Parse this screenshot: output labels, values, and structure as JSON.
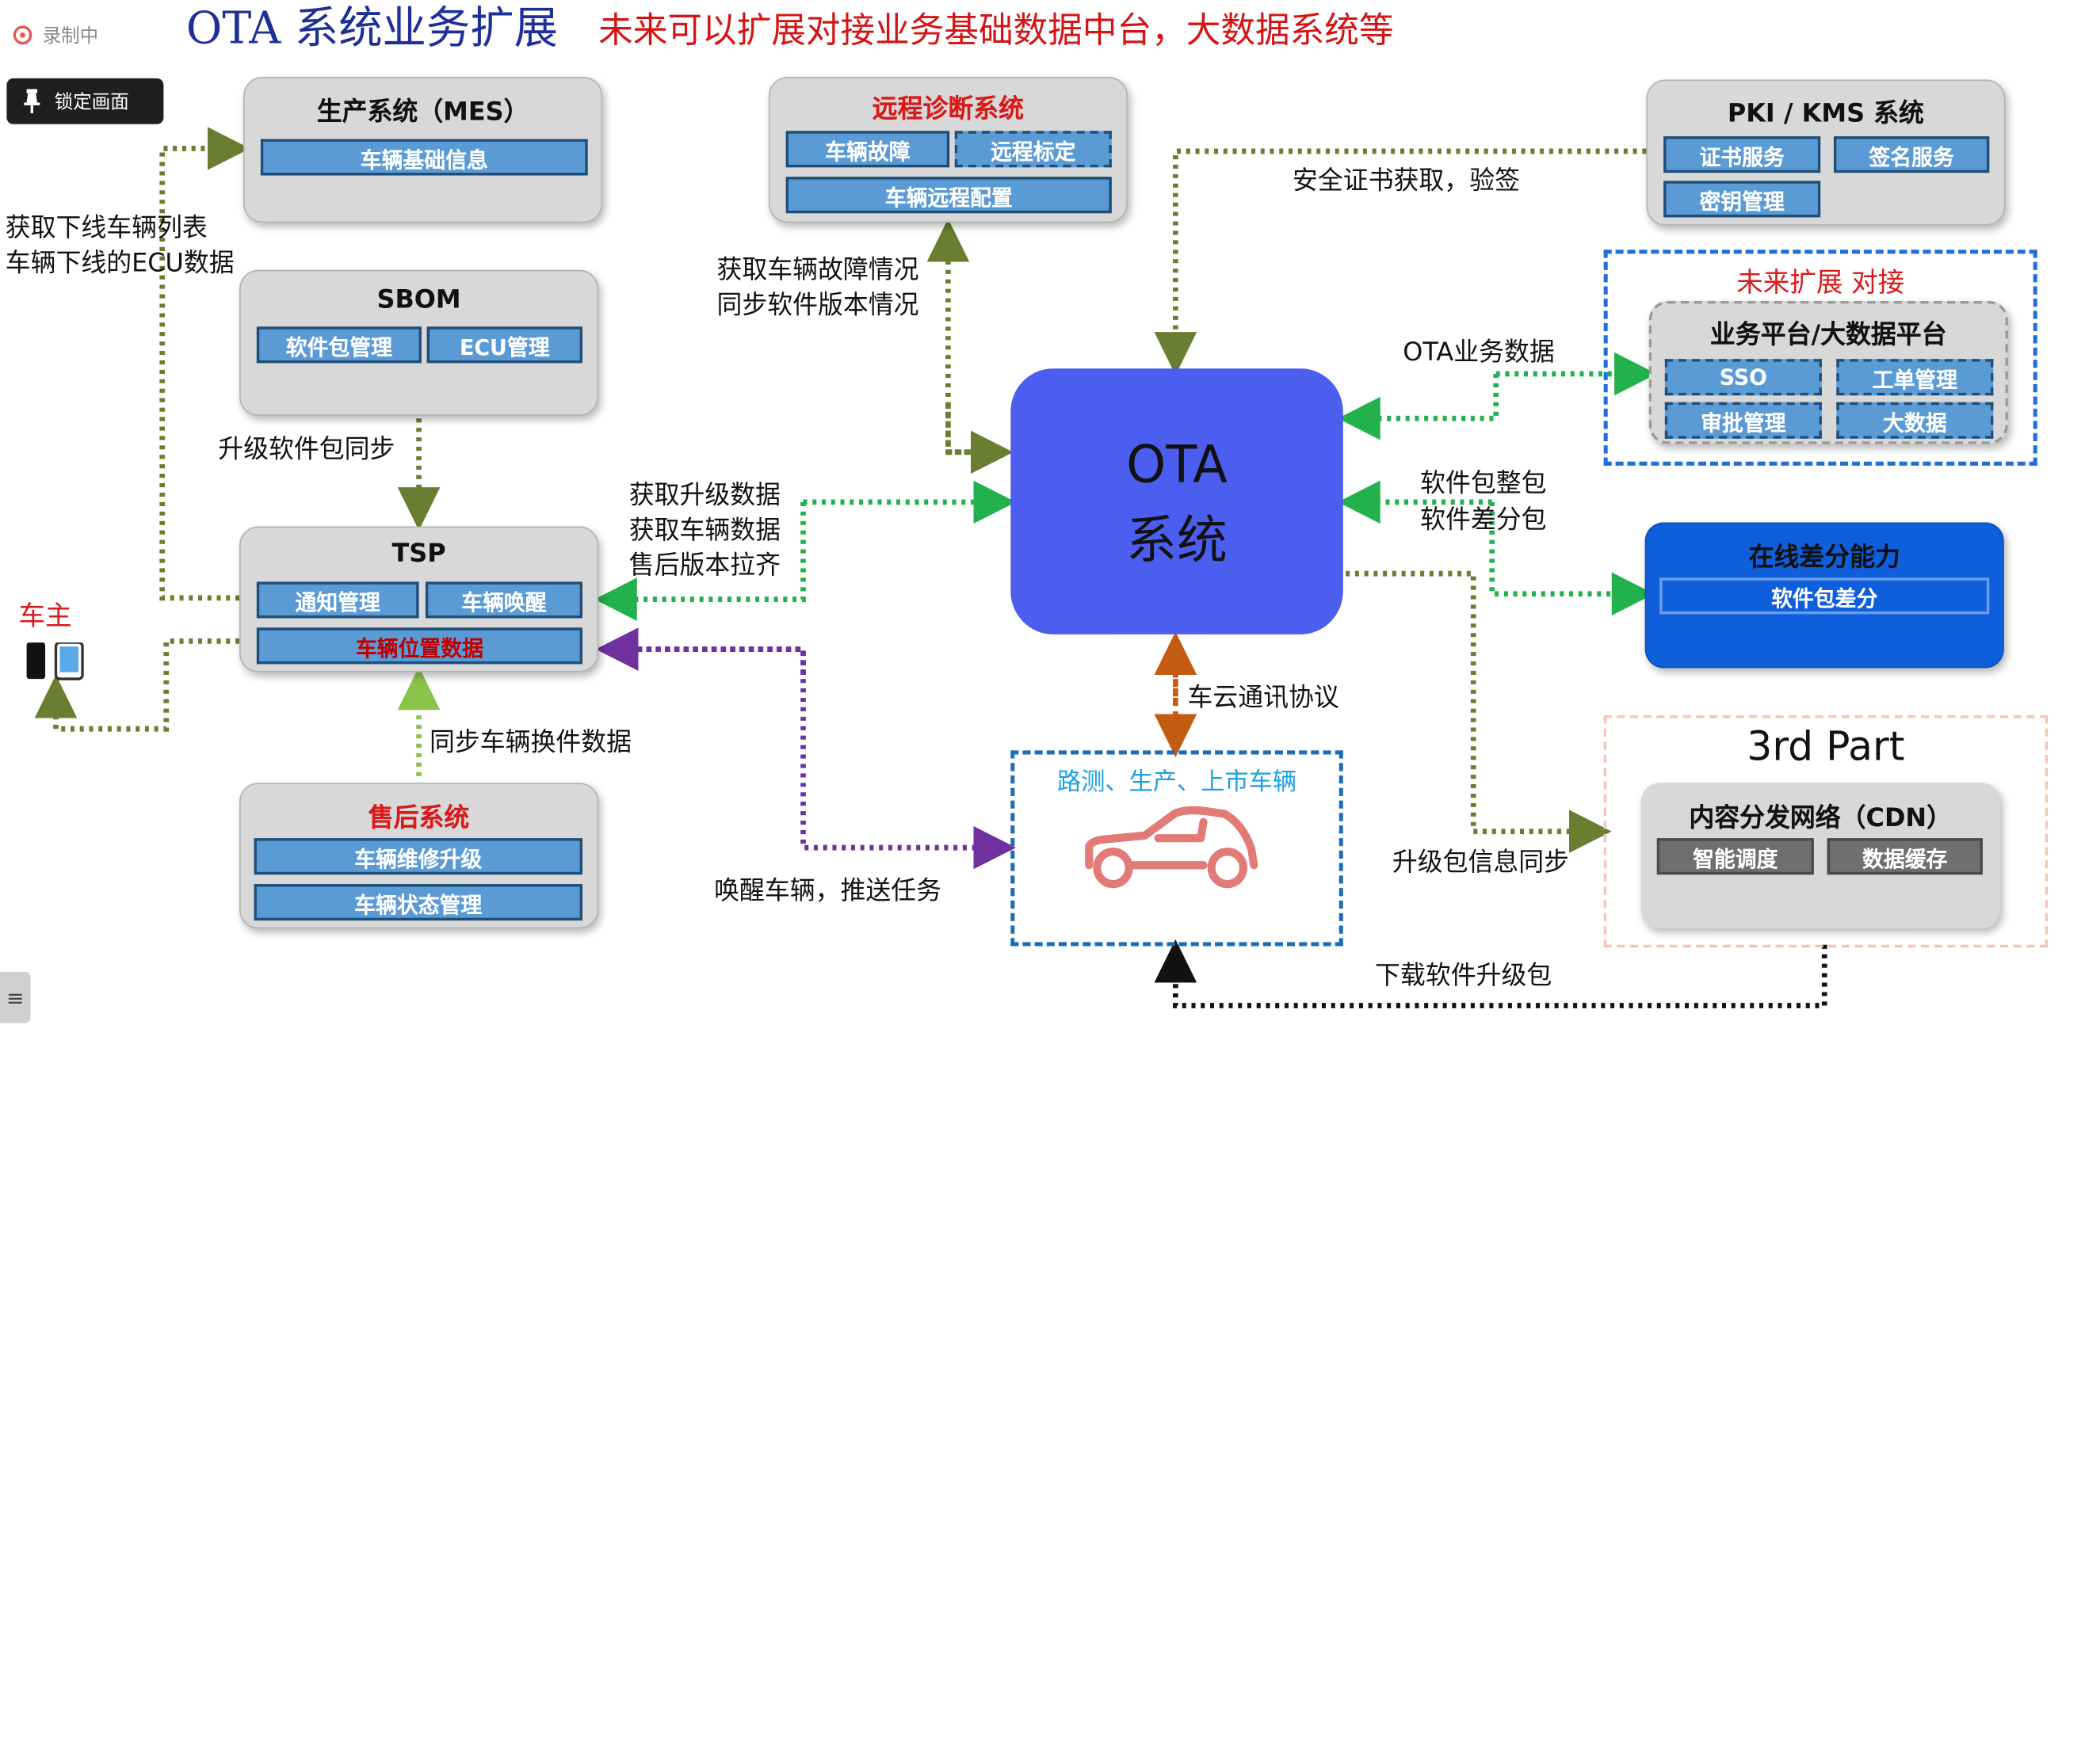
{
  "header": {
    "title": "OTA 系统业务扩展",
    "subtitle": "未来可以扩展对接业务基础数据中台，大数据系统等"
  },
  "overlay": {
    "recording_label": "录制中",
    "lock_button_label": "锁定画面",
    "menu_icon": "≡"
  },
  "nodes": {
    "mes": {
      "title": "生产系统（MES）",
      "items": [
        "车辆基础信息"
      ]
    },
    "sbom": {
      "title": "SBOM",
      "items": [
        "软件包管理",
        "ECU管理"
      ]
    },
    "tsp": {
      "title": "TSP",
      "items": [
        "通知管理",
        "车辆唤醒",
        "车辆位置数据"
      ]
    },
    "aftersales": {
      "title": "售后系统",
      "items": [
        "车辆维修升级",
        "车辆状态管理"
      ]
    },
    "remote_diag": {
      "title": "远程诊断系统",
      "items": [
        "车辆故障",
        "远程标定",
        "车辆远程配置"
      ]
    },
    "pki": {
      "title": "PKI / KMS 系统",
      "items": [
        "证书服务",
        "签名服务",
        "密钥管理"
      ]
    },
    "future": {
      "frame_title": "未来扩展 对接",
      "title": "业务平台/大数据平台",
      "items": [
        "SSO",
        "工单管理",
        "审批管理",
        "大数据"
      ]
    },
    "online_diff": {
      "title": "在线差分能力",
      "items": [
        "软件包差分"
      ]
    },
    "third_party": {
      "frame_title": "3rd Part",
      "title": "内容分发网络（CDN）",
      "items": [
        "智能调度",
        "数据缓存"
      ]
    },
    "vehicle": {
      "title": "路测、生产、上市车辆"
    },
    "owner": {
      "title": "车主"
    },
    "ota": {
      "line1": "OTA",
      "line2": "系统"
    }
  },
  "edge_labels": {
    "mes_tsp_1": "获取下线车辆列表",
    "mes_tsp_2": "车辆下线的ECU数据",
    "sbom_tsp": "升级软件包同步",
    "aftersales_tsp": "同步车辆换件数据",
    "diag_1": "获取车辆故障情况",
    "diag_2": "同步软件版本情况",
    "tsp_ota_1": "获取升级数据",
    "tsp_ota_2": "获取车辆数据",
    "tsp_ota_3": "售后版本拉齐",
    "pki": "安全证书获取，验签",
    "future": "OTA业务数据",
    "diff_1": "软件包整包",
    "diff_2": "软件差分包",
    "v2c": "车云通讯协议",
    "wake": "唤醒车辆，推送任务",
    "cdn_sync": "升级包信息同步",
    "download": "下载软件升级包"
  },
  "colors": {
    "title_blue": "#1e2f9a",
    "title_red": "#d41414",
    "ota_blue": "#4b5ef0",
    "chip_blue": "#5b9bd5",
    "online_diff_blue": "#0f5fdc",
    "green_link": "#22b14c",
    "olive_link": "#6b7d30",
    "purple_link": "#7030a0",
    "orange_link": "#c55a11",
    "black_link": "#111111"
  }
}
